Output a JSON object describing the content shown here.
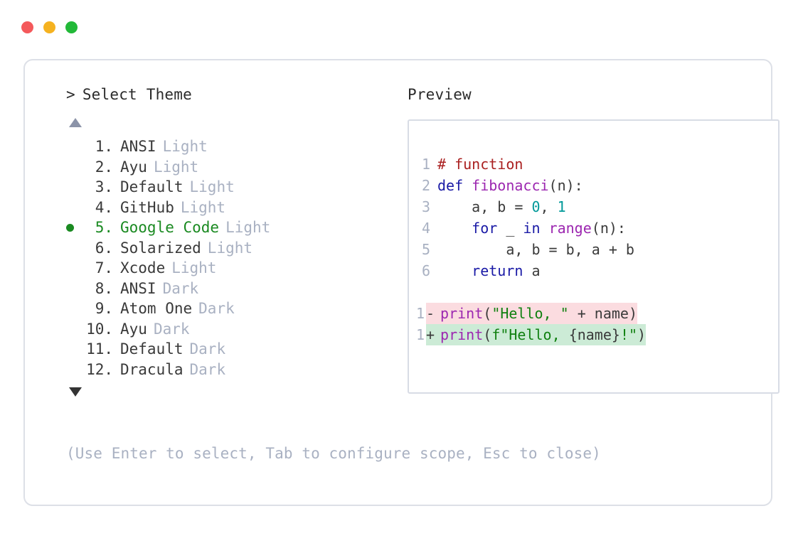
{
  "titlebar": {
    "dots": [
      {
        "name": "close",
        "color": "#F4595B"
      },
      {
        "name": "minimize",
        "color": "#F5B220"
      },
      {
        "name": "maximize",
        "color": "#22B938"
      }
    ]
  },
  "prompt": {
    "caret": ">",
    "title": "Select Theme"
  },
  "scroll": {
    "up_icon": "triangle-up",
    "down_icon": "triangle-down"
  },
  "themes": [
    {
      "index": "1.",
      "name": "ANSI",
      "variant": "Light",
      "selected": false
    },
    {
      "index": "2.",
      "name": "Ayu",
      "variant": "Light",
      "selected": false
    },
    {
      "index": "3.",
      "name": "Default",
      "variant": "Light",
      "selected": false
    },
    {
      "index": "4.",
      "name": "GitHub",
      "variant": "Light",
      "selected": false
    },
    {
      "index": "5.",
      "name": "Google Code",
      "variant": "Light",
      "selected": true
    },
    {
      "index": "6.",
      "name": "Solarized",
      "variant": "Light",
      "selected": false
    },
    {
      "index": "7.",
      "name": "Xcode",
      "variant": "Light",
      "selected": false
    },
    {
      "index": "8.",
      "name": "ANSI",
      "variant": "Dark",
      "selected": false
    },
    {
      "index": "9.",
      "name": "Atom One",
      "variant": "Dark",
      "selected": false
    },
    {
      "index": "10.",
      "name": "Ayu",
      "variant": "Dark",
      "selected": false
    },
    {
      "index": "11.",
      "name": "Default",
      "variant": "Dark",
      "selected": false
    },
    {
      "index": "12.",
      "name": "Dracula",
      "variant": "Dark",
      "selected": false
    }
  ],
  "preview": {
    "label": "Preview",
    "code": [
      {
        "ln": "1",
        "tokens": [
          {
            "t": "# function",
            "c": "comment"
          }
        ]
      },
      {
        "ln": "2",
        "tokens": [
          {
            "t": "def ",
            "c": "keyword"
          },
          {
            "t": "fibonacci",
            "c": "func"
          },
          {
            "t": "(n):",
            "c": "plain"
          }
        ]
      },
      {
        "ln": "3",
        "tokens": [
          {
            "t": "    a, b = ",
            "c": "plain"
          },
          {
            "t": "0",
            "c": "number"
          },
          {
            "t": ", ",
            "c": "plain"
          },
          {
            "t": "1",
            "c": "number"
          }
        ]
      },
      {
        "ln": "4",
        "tokens": [
          {
            "t": "    ",
            "c": "plain"
          },
          {
            "t": "for",
            "c": "keyword"
          },
          {
            "t": " _ ",
            "c": "plain"
          },
          {
            "t": "in",
            "c": "keyword"
          },
          {
            "t": " ",
            "c": "plain"
          },
          {
            "t": "range",
            "c": "func"
          },
          {
            "t": "(n):",
            "c": "plain"
          }
        ]
      },
      {
        "ln": "5",
        "tokens": [
          {
            "t": "        a, b = b, a + b",
            "c": "plain"
          }
        ]
      },
      {
        "ln": "6",
        "tokens": [
          {
            "t": "    ",
            "c": "plain"
          },
          {
            "t": "return",
            "c": "keyword"
          },
          {
            "t": " a",
            "c": "plain"
          }
        ]
      }
    ],
    "diff": [
      {
        "ln": "1",
        "sign": "-",
        "kind": "del",
        "tokens": [
          {
            "t": "print",
            "c": "func"
          },
          {
            "t": "(",
            "c": "plain"
          },
          {
            "t": "\"Hello, \"",
            "c": "string"
          },
          {
            "t": " + name)",
            "c": "plain"
          }
        ]
      },
      {
        "ln": "1",
        "sign": "+",
        "kind": "add",
        "tokens": [
          {
            "t": "print",
            "c": "func"
          },
          {
            "t": "(",
            "c": "plain"
          },
          {
            "t": "f\"Hello, ",
            "c": "string"
          },
          {
            "t": "{name}",
            "c": "plain"
          },
          {
            "t": "!\"",
            "c": "string"
          },
          {
            "t": ")",
            "c": "plain"
          }
        ]
      }
    ]
  },
  "hint": "(Use Enter to select, Tab to configure scope, Esc to close)",
  "colors": {
    "accent_green": "#1A8A21",
    "muted": "#A9B1C2",
    "border": "#DDE0E7",
    "panel_border": "#D8DCE5",
    "diff_del_bg": "#FBDCE0",
    "diff_add_bg": "#CCEBD6",
    "comment": "#AA2020",
    "keyword": "#1A1AA6",
    "function": "#9C27B0",
    "number": "#009999",
    "string": "#108010"
  }
}
